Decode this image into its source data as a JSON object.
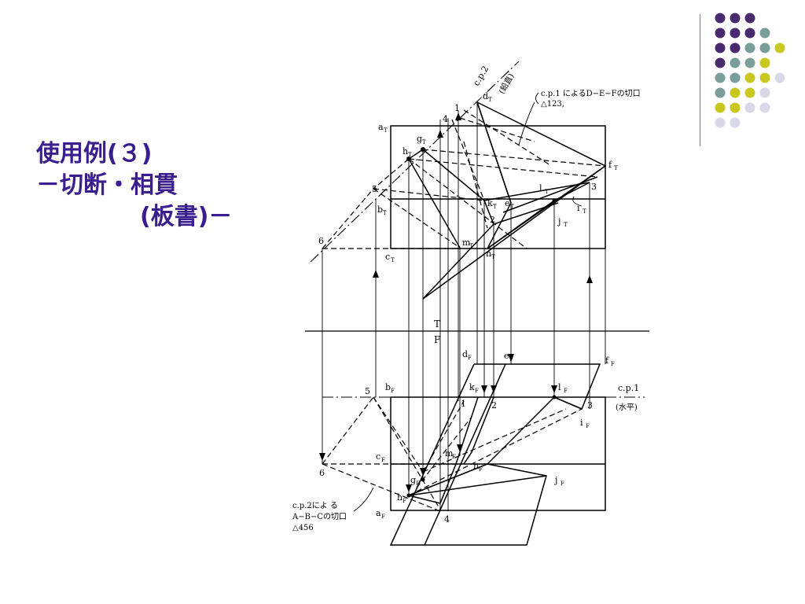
{
  "slide": {
    "title_lines": [
      "使用例(３)",
      "－切断・相貫",
      "(板書)－"
    ],
    "title_color": "#3a1e8e"
  },
  "decoration": {
    "dots": [
      [
        "#4a2a6e",
        "#4a2a6e",
        "#4a2a6e",
        "",
        ""
      ],
      [
        "#4a2a6e",
        "#4a2a6e",
        "#4a2a6e",
        "#7a9e9a",
        ""
      ],
      [
        "#4a2a6e",
        "#4a2a6e",
        "#7a9e9a",
        "#7a9e9a",
        "#c8c820"
      ],
      [
        "#4a2a6e",
        "#7a9e9a",
        "#7a9e9a",
        "#c8c820",
        ""
      ],
      [
        "#7a9e9a",
        "#7a9e9a",
        "#c8c820",
        "#c8c820",
        "#d8d8e8"
      ],
      [
        "#7a9e9a",
        "#c8c820",
        "#c8c820",
        "#d8d8e8",
        ""
      ],
      [
        "#c8c820",
        "#c8c820",
        "#d8d8e8",
        "#d8d8e8",
        ""
      ],
      [
        "#d8d8e8",
        "#d8d8e8",
        "",
        "",
        ""
      ]
    ]
  },
  "diagram": {
    "labels": {
      "cp2": "c.p.2",
      "vertical": "(鉛直)",
      "note_top_1": "c.p.1 によるD−E−Fの切口",
      "note_top_2": "△123,",
      "aT": "a",
      "bT": "b",
      "cT": "c",
      "dT": "d",
      "eT": "e",
      "fT": "f",
      "gT": "g",
      "hT": "h",
      "iT": "i",
      "jT": "j",
      "kT": "k",
      "lT": "l",
      "mT": "m",
      "nT": "n",
      "sub_T": "T",
      "aF": "a",
      "bF": "b",
      "cF": "c",
      "dF": "d",
      "eF": "e",
      "fF": "f",
      "gF": "g",
      "hF": "h",
      "iF": "i",
      "jF": "j",
      "kF": "k",
      "lF": "l",
      "mF": "m",
      "nF": "n",
      "sub_F": "F",
      "T": "T",
      "F": "F",
      "n1t": "1",
      "n2t": "2",
      "n3t": "3",
      "n4t": "4",
      "n5t": "5",
      "n6t": "6",
      "n1f": "1",
      "n2f": "2",
      "n3f": "3",
      "n4f": "4",
      "n5f": "5",
      "n6f": "6",
      "cp1": "c.p.1",
      "horizontal": "(水平)",
      "note_bot_1": "c.p.2によ る",
      "note_bot_2": "A−B−Cの切口",
      "note_bot_3": "△456"
    }
  }
}
